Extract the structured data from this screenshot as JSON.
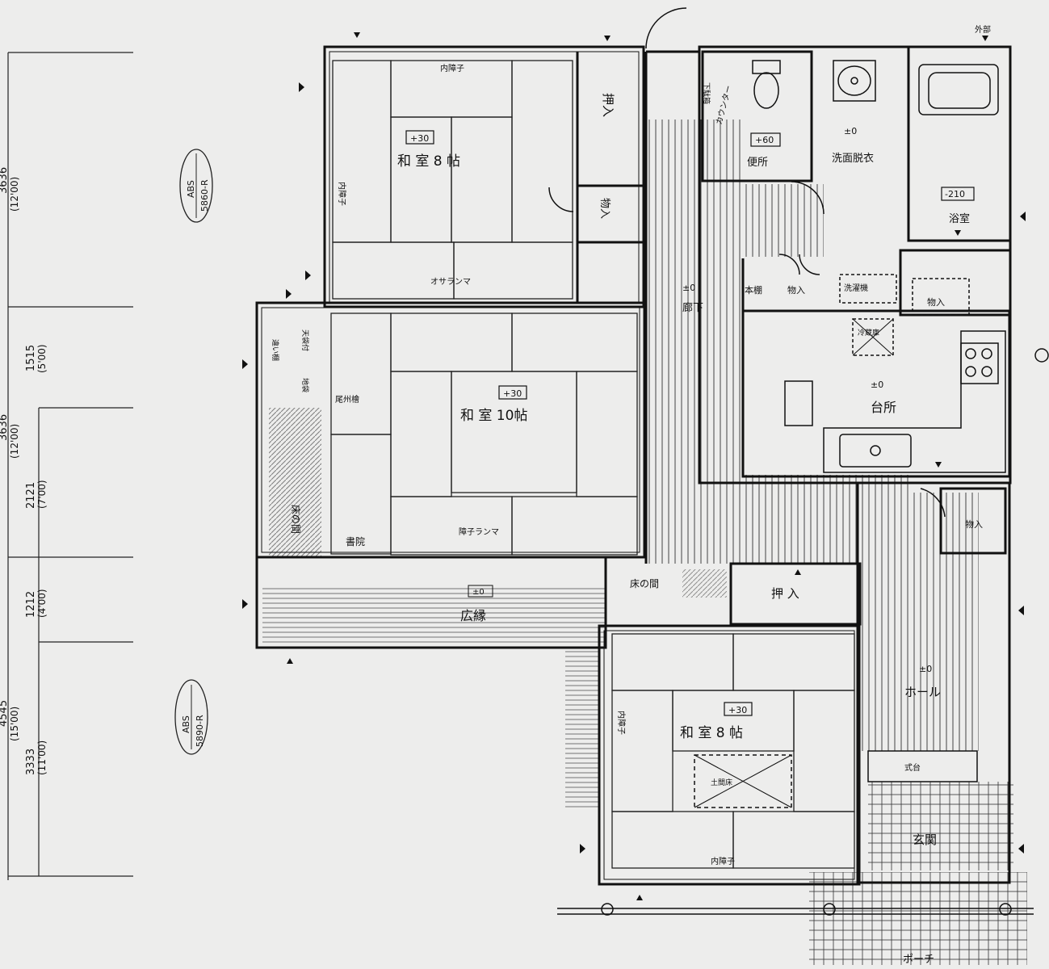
{
  "rooms": {
    "washitsu_8_top": {
      "name": "和 室  8 帖",
      "level": "+30"
    },
    "washitsu_10": {
      "name": "和 室 10帖",
      "level": "+30"
    },
    "washitsu_8_bottom": {
      "name": "和 室  8 帖",
      "level": "+30"
    },
    "rouka": {
      "name": "廊下",
      "level": "±0"
    },
    "daidokoro": {
      "name": "台所",
      "level": "±0"
    },
    "hall": {
      "name": "ホール",
      "level": "±0"
    },
    "benjo": {
      "name": "便所",
      "level": "+60"
    },
    "senmen": {
      "name": "洗面脱衣",
      "level": "±0"
    },
    "yokushitsu": {
      "name": "浴室",
      "level": "-210"
    },
    "hiroen": {
      "name": "広縁",
      "level": "±0"
    },
    "genkan": {
      "name": "玄関"
    },
    "porch": {
      "name": "ポーチ"
    }
  },
  "labels": {
    "uchishoji_top": "内障子",
    "uchishoji_left": "内障子",
    "uchishoji_bottom_left": "内障子",
    "uchishoji_bottom": "内障子",
    "oshiire_top": "押入",
    "monoire_top": "物入",
    "osaranma": "オサランマ",
    "shoji_ranma": "障子ランマ",
    "tokonoma_left": "床の間",
    "tokonoma_mid": "床の間",
    "shoin": "書院",
    "bishuhashira": "尾州檜",
    "chigaidana": "違い棚",
    "tenbukuro": "天袋付",
    "jibukuro": "地袋",
    "oshiire_mid": "押 入",
    "hondana": "本棚",
    "monoire_kitchen": "物入",
    "sentakuki": "洗濯機",
    "monoire_bath": "物入",
    "reizouko": "冷蔵庫",
    "monoire_hall": "物入",
    "shikidai": "式台",
    "doma": "土間床",
    "shitabako": "下駄箱",
    "counter": "カウンター",
    "gaihou": "外部"
  },
  "dimensions": {
    "d1": "3636",
    "d1_ft": "(12'00)",
    "d2": "1515",
    "d2_ft": "(5'00)",
    "d3": "3636",
    "d3_ft": "(12'00)",
    "d4": "2121",
    "d4_ft": "(7'00)",
    "d5": "1212",
    "d5_ft": "(4'00)",
    "d6": "4545",
    "d6_ft": "(15'00)",
    "d7": "3333",
    "d7_ft": "(11'00)"
  },
  "stamps": {
    "abs1_line1": "ABS",
    "abs1_line2": "5860-R",
    "abs2_line1": "ABS",
    "abs2_line2": "5890-R"
  },
  "colors": {
    "ink": "#111111",
    "paper": "#ededec",
    "hatch": "#555555"
  }
}
